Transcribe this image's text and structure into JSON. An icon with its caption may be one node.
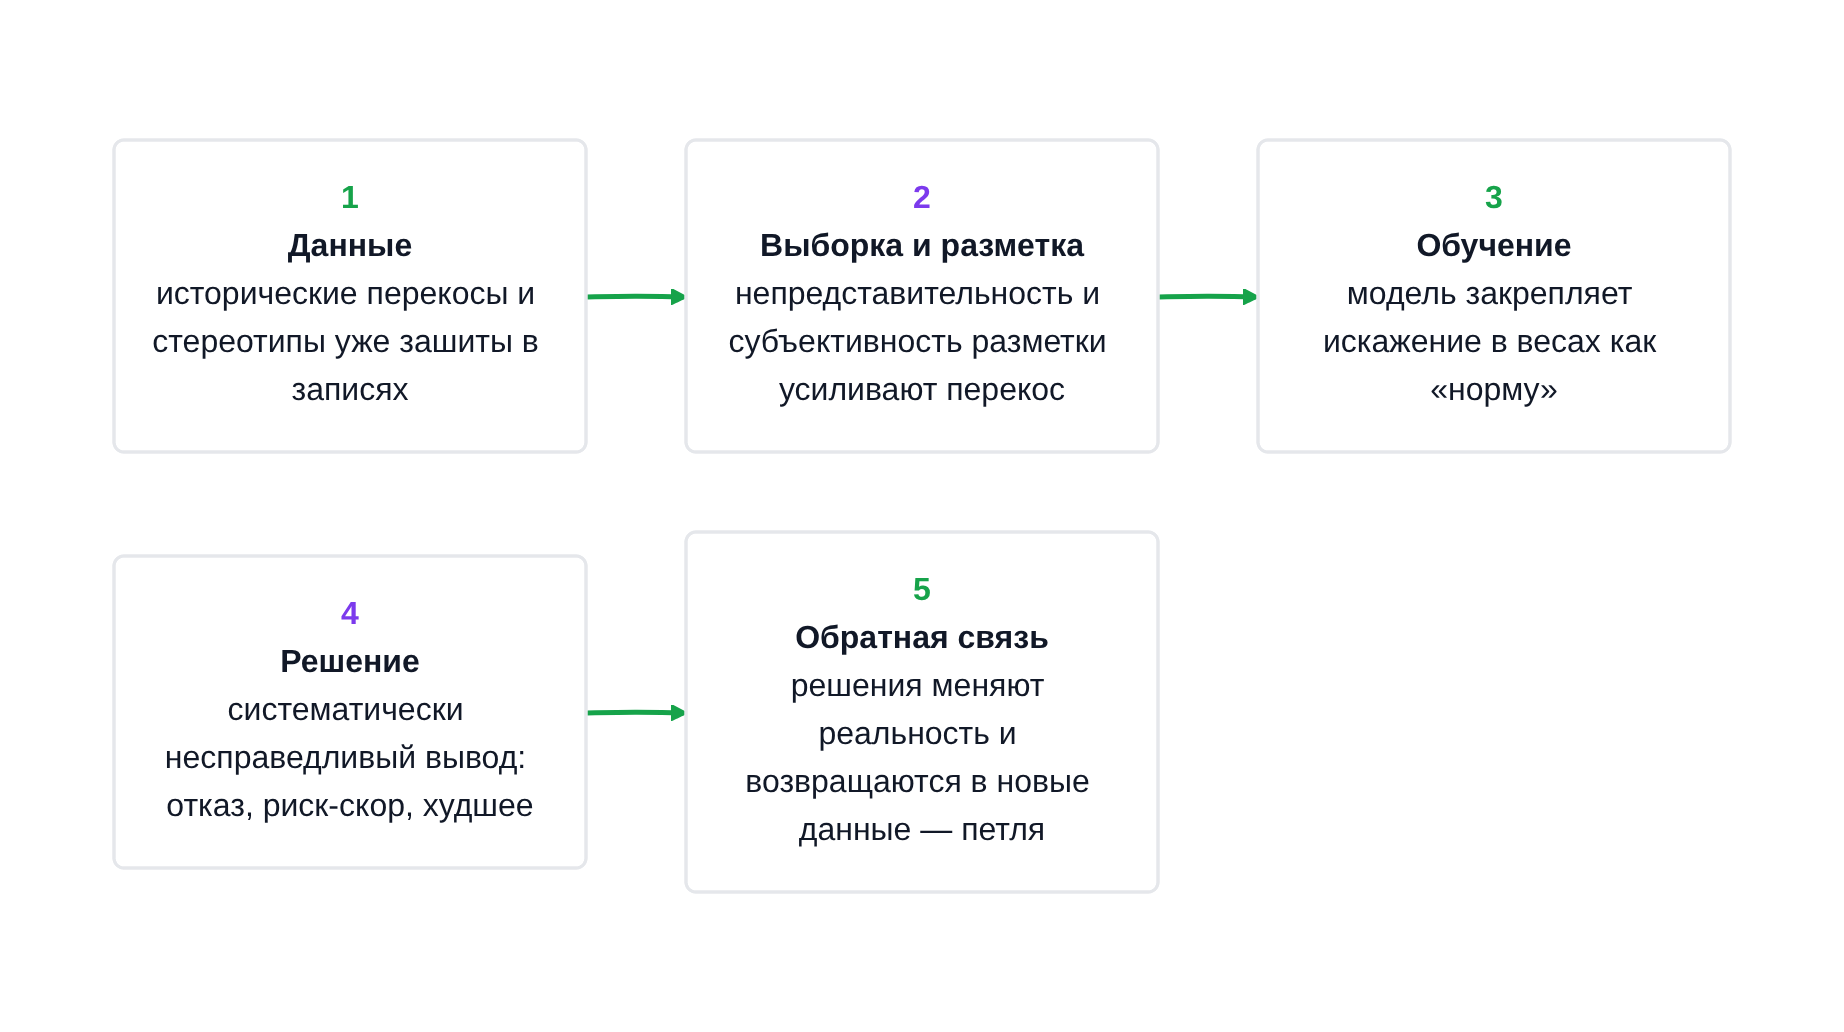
{
  "diagram": {
    "nodes": [
      {
        "text": [
          "1",
          "Данные",
          "исторические перекосы и стереотипы уже зашиты в записях"
        ]
      },
      {
        "text": [
          "2",
          "Выборка и разметка",
          "непредставительность и субъективность разметки усиливают перекос"
        ]
      },
      {
        "text": [
          "3",
          "Обучение",
          "модель закрепляет искажение в весах как «норму»"
        ]
      },
      {
        "text": [
          "4",
          "Решение",
          "систематически несправедливый вывод: отказ, риск-скор, худшее"
        ]
      },
      {
        "text": [
          "5",
          "Обратная связь",
          "решения меняют реальность и возвращаются в новые данные — петля"
        ]
      }
    ],
    "edges": [
      {
        "from": 0,
        "to": 1,
        "arrow": "to"
      },
      {
        "from": 1,
        "to": 2,
        "arrow": "to"
      },
      {
        "from": 3,
        "to": 4,
        "arrow": "to"
      }
    ]
  }
}
